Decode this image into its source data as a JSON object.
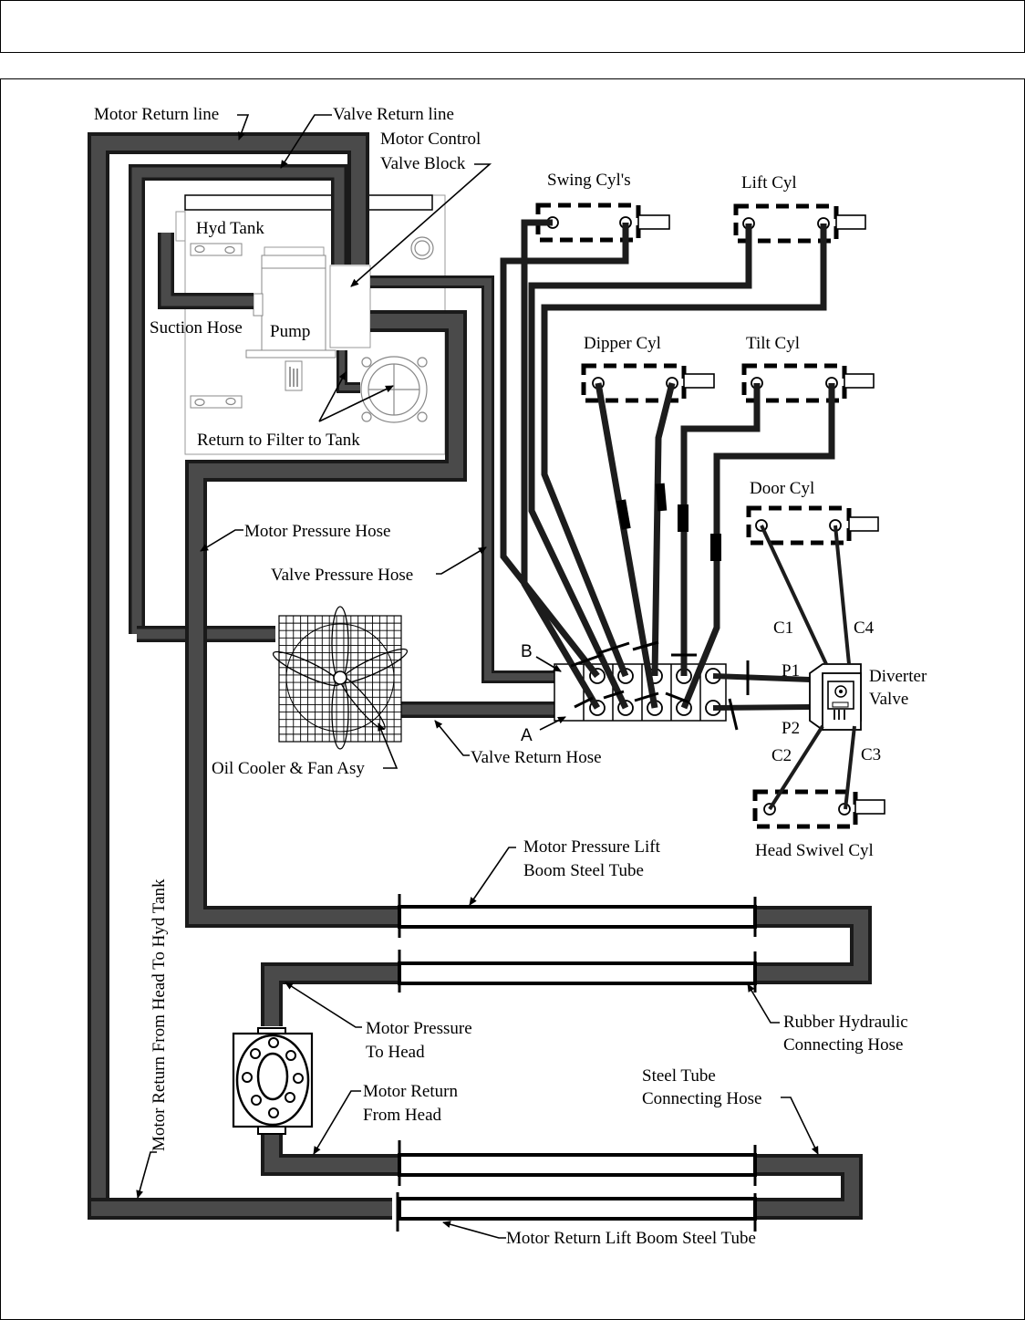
{
  "header": {
    "title": ""
  },
  "diagram": {
    "title": "Hydraulic Circuit Diagram",
    "colors": {
      "hose_fill": "#4a4a4a",
      "hose_edge": "#1a1a1a",
      "line": "#1c1c1c",
      "background": "#ffffff"
    },
    "labels": {
      "motor_return_line": "Motor Return line",
      "valve_return_line": "Valve Return line",
      "motor_control_1": "Motor Control",
      "motor_control_2": "Valve Block",
      "hyd_tank": "Hyd Tank",
      "suction_hose": "Suction Hose",
      "pump": "Pump",
      "return_filter": "Return to Filter to Tank",
      "motor_pressure_hose": "Motor Pressure Hose",
      "valve_pressure_hose": "Valve Pressure Hose",
      "oil_cooler": "Oil Cooler & Fan Asy",
      "valve_return_hose": "Valve Return Hose",
      "port_a": "A",
      "port_b": "B",
      "swing_cyl": "Swing Cyl's",
      "lift_cyl": "Lift Cyl",
      "dipper_cyl": "Dipper Cyl",
      "tilt_cyl": "Tilt Cyl",
      "door_cyl": "Door Cyl",
      "head_swivel_cyl": "Head Swivel  Cyl",
      "c1": "C1",
      "c2": "C2",
      "c3": "C3",
      "c4": "C4",
      "p1": "P1",
      "p2": "P2",
      "diverter_1": "Diverter",
      "diverter_2": "Valve",
      "mp_lift_1": "Motor Pressure Lift",
      "mp_lift_2": "Boom Steel Tube",
      "rubber_1": "Rubber Hydraulic",
      "rubber_2": "Connecting Hose",
      "mp_head_1": "Motor  Pressure",
      "mp_head_2": "To Head",
      "mr_head_1": "Motor Return",
      "mr_head_2": "From Head",
      "steel_conn_1": "Steel Tube",
      "steel_conn_2": "Connecting Hose",
      "mr_lift": "Motor Return Lift Boom Steel Tube",
      "mr_vertical": "Motor Return From Head To Hyd Tank"
    }
  }
}
